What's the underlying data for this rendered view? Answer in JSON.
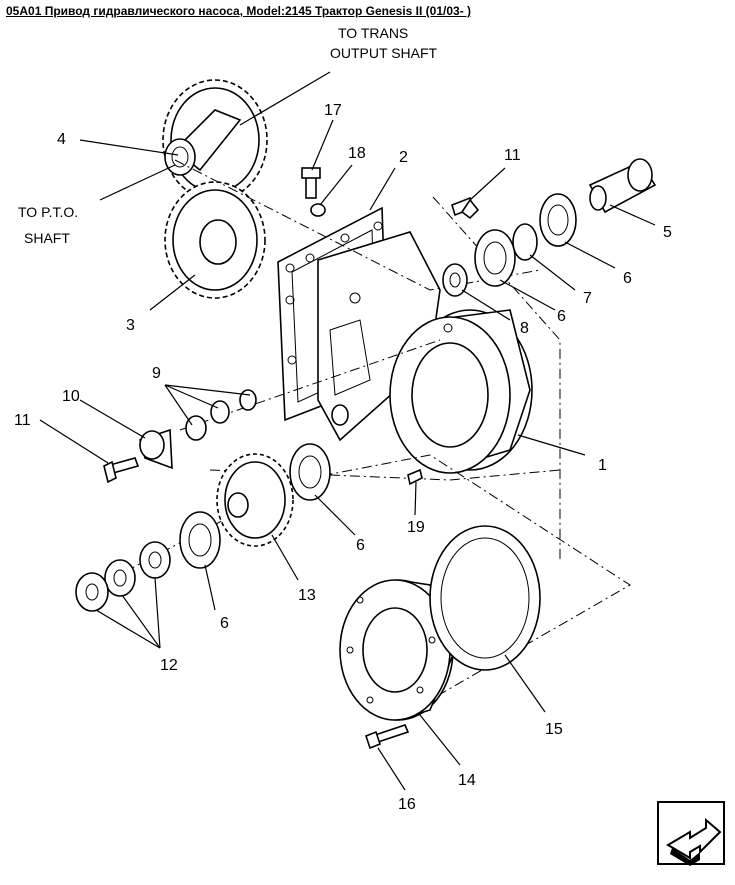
{
  "title": "05A01 Привод гидравлического насоса, Model:2145 Трактор Genesis II (01/03- )",
  "notes": {
    "to_trans_line1": "TO TRANS",
    "to_trans_line2": "OUTPUT SHAFT",
    "to_pto_line1": "TO P.T.O.",
    "to_pto_line2": "SHAFT"
  },
  "callouts": {
    "c1": "1",
    "c2": "2",
    "c3": "3",
    "c4": "4",
    "c5": "5",
    "c6a": "6",
    "c6b": "6",
    "c6c": "6",
    "c6d": "6",
    "c7": "7",
    "c8": "8",
    "c9": "9",
    "c10": "10",
    "c11a": "11",
    "c11b": "11",
    "c12": "12",
    "c13": "13",
    "c14": "14",
    "c15": "15",
    "c16": "16",
    "c17": "17",
    "c18": "18",
    "c19": "19"
  },
  "nav_icon": "next-page-arrow-icon"
}
